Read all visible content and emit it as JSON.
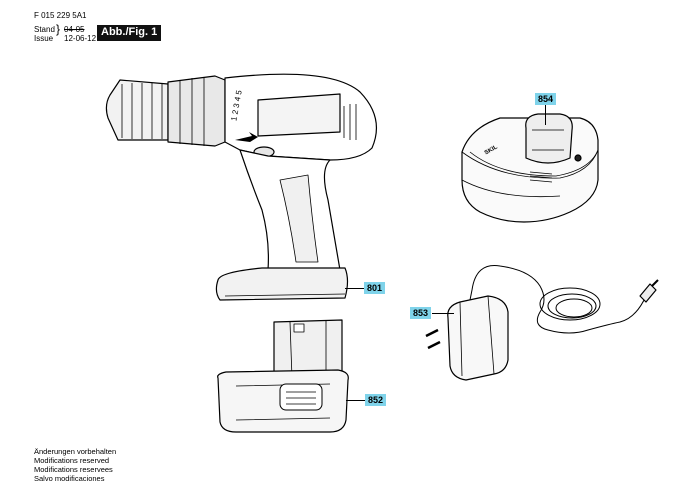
{
  "header": {
    "doc_number": "F 015 229 5A1",
    "stand_label": "Stand",
    "issue_label": "Issue",
    "stand_date": "04-05",
    "issue_date": "12-06-12",
    "figure_label": "Abb./Fig. 1"
  },
  "parts": {
    "drill": "801",
    "battery": "852",
    "adapter": "853",
    "charger": "854"
  },
  "charger_brand": "SKIL",
  "clutch_numbers": "1 2 3 4 5",
  "footer_notes": [
    "Änderungen vorbehalten",
    "Modifications reserved",
    "Modifications reservees",
    "Salvo modificaciones"
  ]
}
